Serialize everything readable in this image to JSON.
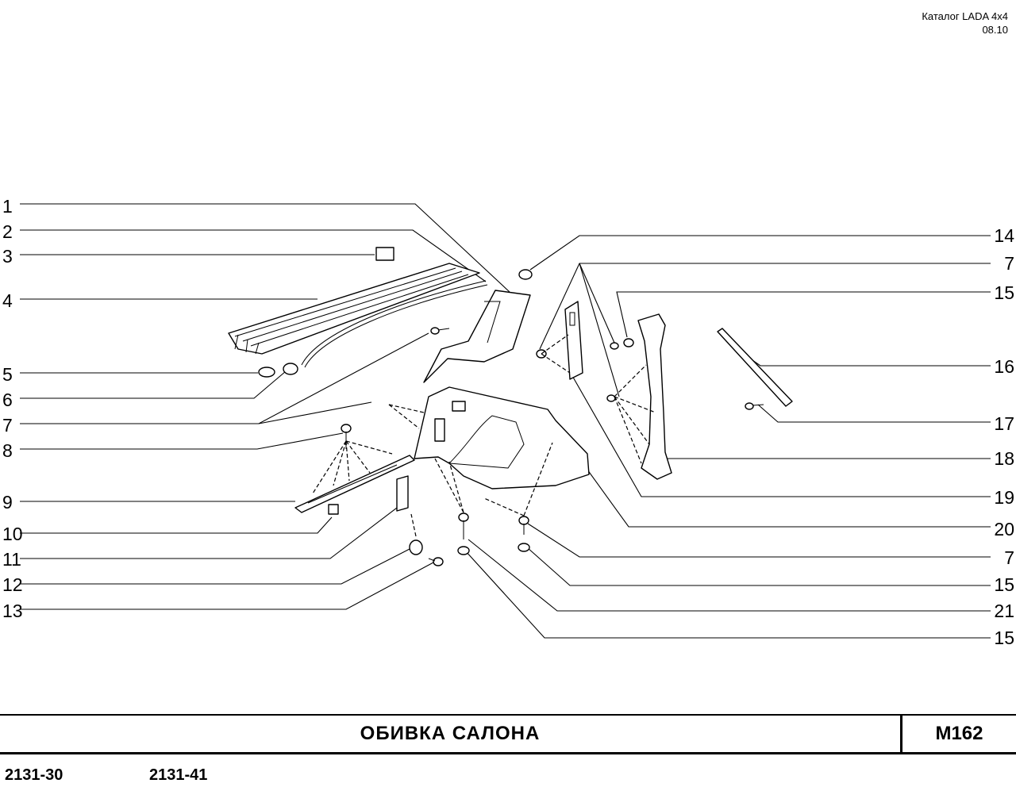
{
  "header": {
    "catalog": "Каталог  LADA  4x4",
    "date": "08.10"
  },
  "callouts_left": [
    "1",
    "2",
    "3",
    "4",
    "5",
    "6",
    "7",
    "8",
    "9",
    "10",
    "11",
    "12",
    "13"
  ],
  "callouts_right": [
    "14",
    "7",
    "15",
    "16",
    "17",
    "18",
    "19",
    "20",
    "7",
    "15",
    "21",
    "15"
  ],
  "title": {
    "name": "ОБИВКА   САЛОНА",
    "code": "М162"
  },
  "models": [
    "2131-30",
    "2131-41"
  ]
}
